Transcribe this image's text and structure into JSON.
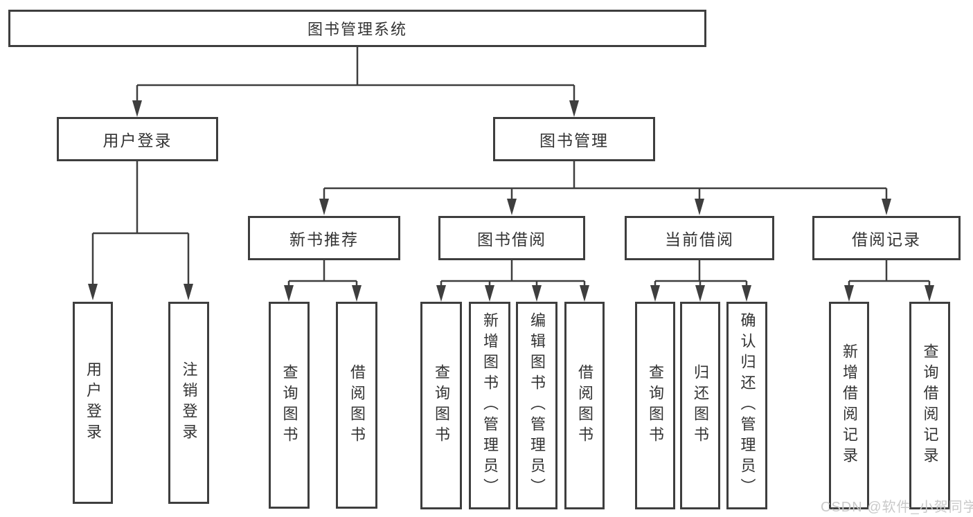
{
  "tree": {
    "root": {
      "label": "图书管理系统"
    },
    "branches": [
      {
        "label": "用户登录",
        "children": [
          {
            "label": "用户登录"
          },
          {
            "label": "注销登录"
          }
        ]
      },
      {
        "label": "图书管理",
        "children": [
          {
            "label": "新书推荐",
            "children": [
              {
                "label": "查询图书"
              },
              {
                "label": "借阅图书"
              }
            ]
          },
          {
            "label": "图书借阅",
            "children": [
              {
                "label": "查询图书"
              },
              {
                "label": "新增图书（管理员）"
              },
              {
                "label": "编辑图书（管理员）"
              },
              {
                "label": "借阅图书"
              }
            ]
          },
          {
            "label": "当前借阅",
            "children": [
              {
                "label": "查询图书"
              },
              {
                "label": "归还图书"
              },
              {
                "label": "确认归还（管理员）"
              }
            ]
          },
          {
            "label": "借阅记录",
            "children": [
              {
                "label": "新增借阅记录"
              },
              {
                "label": "查询借阅记录"
              }
            ]
          }
        ]
      }
    ]
  },
  "watermark": "CSDN @软件_小贺同学",
  "colors": {
    "line": "#3e3e3e",
    "text": "#333333",
    "background": "#ffffff",
    "watermark": "#c9c9c9"
  }
}
